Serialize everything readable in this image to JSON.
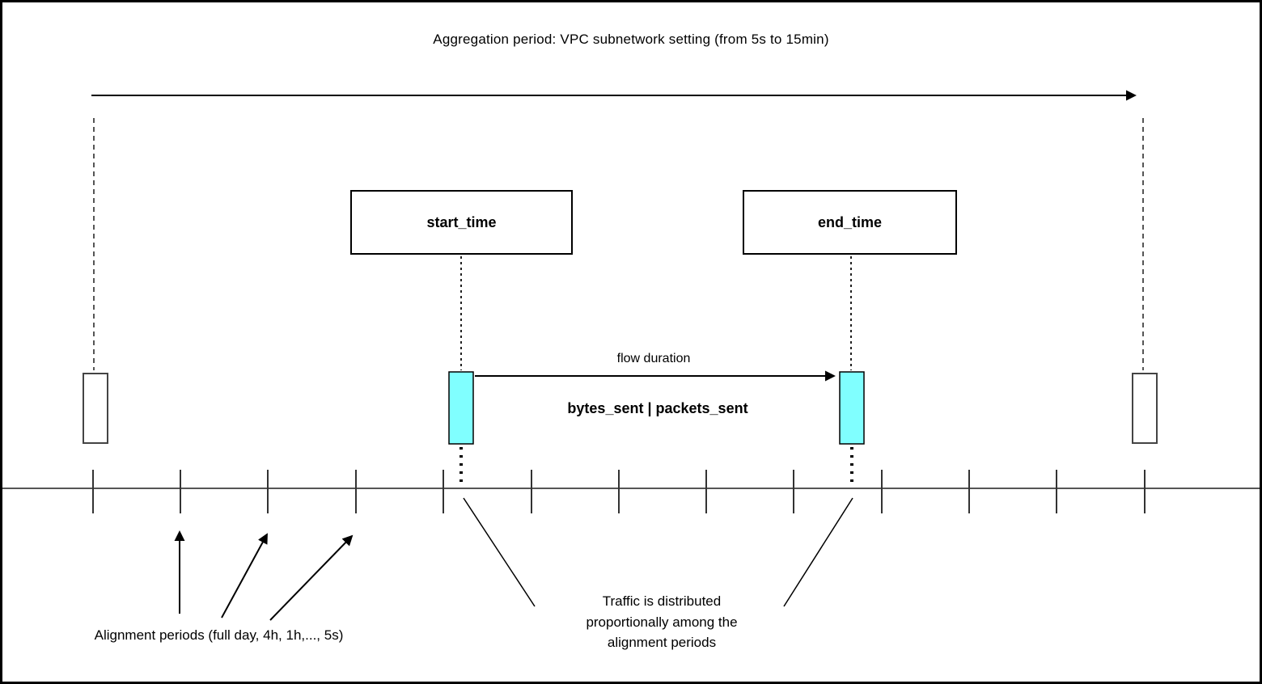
{
  "diagram": {
    "title": "Aggregation period: VPC subnetwork setting (from 5s to 15min)",
    "start_time_label": "start_time",
    "end_time_label": "end_time",
    "flow_duration_label": "flow duration",
    "metrics_label": "bytes_sent | packets_sent",
    "alignment_periods_label": "Alignment periods (full day, 4h, 1h,..., 5s)",
    "traffic_note": "Traffic is distributed\nproportionally among the\nalignment periods",
    "colors": {
      "highlight_bar_fill": "#80ffff",
      "outline": "#000000",
      "timeline": "#555555"
    }
  }
}
